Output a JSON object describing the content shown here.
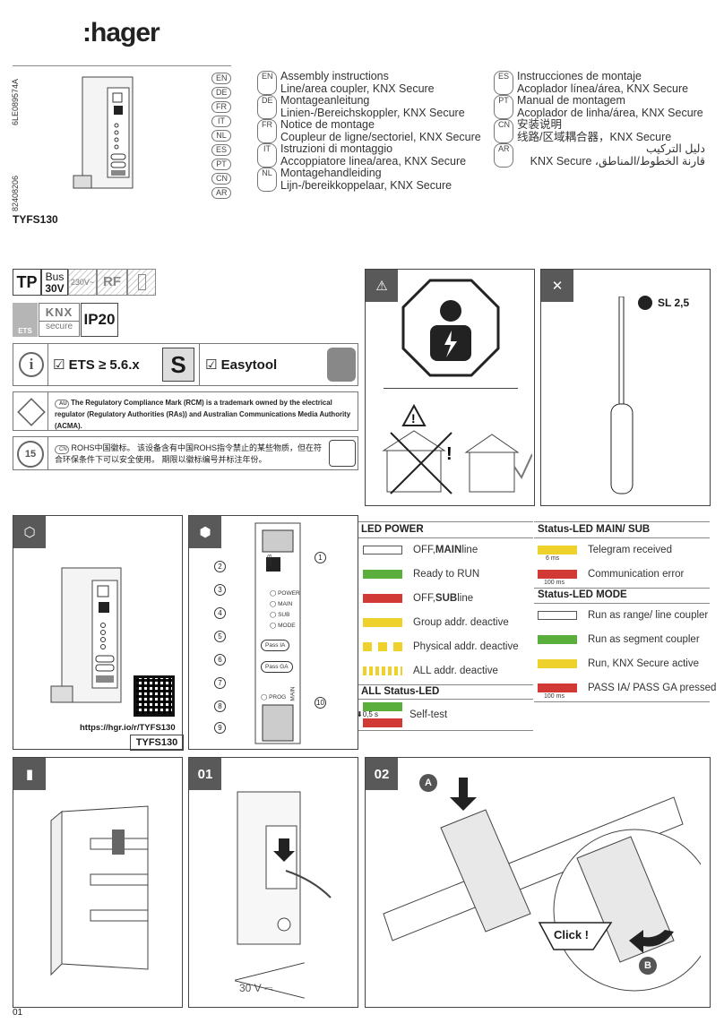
{
  "brand": ":hager",
  "doc_code": "6LE089574A",
  "article_number": "82408206",
  "product": "TYFS130",
  "lang_codes": [
    "EN",
    "DE",
    "FR",
    "IT",
    "NL",
    "ES",
    "PT",
    "CN",
    "AR"
  ],
  "titles_col1": [
    {
      "code": "EN",
      "title": "Assembly instructions",
      "sub": "Line/area coupler, KNX Secure"
    },
    {
      "code": "DE",
      "title": "Montageanleitung",
      "sub": "Linien-/Bereichskoppler, KNX Secure"
    },
    {
      "code": "FR",
      "title": "Notice de montage",
      "sub": "Coupleur de ligne/sectoriel, KNX Secure"
    },
    {
      "code": "IT",
      "title": "Istruzioni di montaggio",
      "sub": "Accoppiatore linea/area, KNX Secure"
    },
    {
      "code": "NL",
      "title": "Montagehandleiding",
      "sub": "Lijn-/bereikkoppelaar, KNX Secure"
    }
  ],
  "titles_col2": [
    {
      "code": "ES",
      "title": "Instrucciones de montaje",
      "sub": "Acoplador línea/área, KNX Secure"
    },
    {
      "code": "PT",
      "title": "Manual de montagem",
      "sub": "Acoplador de linha/área, KNX Secure"
    },
    {
      "code": "CN",
      "title": "安装说明",
      "sub": "线路/区域耦合器，KNX Secure"
    },
    {
      "code": "AR",
      "title": "دليل التركيب",
      "sub": "KNX Secure ،قارنة الخطوط/المناطق"
    }
  ],
  "tech": {
    "tp": "TP",
    "bus": "Bus",
    "bus_v": "30V",
    "v230": "230V~",
    "rf": "RF",
    "knx": "KNX",
    "secure": "secure",
    "ets_small": "ETS",
    "ip": "IP20",
    "ets": "ETS ≥ 5.6.x",
    "easytool": "Easytool",
    "au_code": "AU",
    "rcm_text": "The Regulatory Compliance Mark (RCM) is a trademark owned by the electrical regulator (Regulatory Authorities (RAs)) and Australian Communications Media Authority (ACMA).",
    "cn_code": "CN",
    "rohs_text": "ROHS中国徽标。 该设备含有中国ROHS指令禁止的某些物质，但在符合环保条件下可以安全使用。 期限以徽标编号并标注年份。",
    "rohs_years": "15"
  },
  "tool": {
    "blade": "SL 2,5"
  },
  "device_labels": {
    "power": "POWER",
    "main": "MAIN",
    "sub": "SUB",
    "mode": "MODE",
    "pass_ia": "Pass IA",
    "pass_ga": "Pass GA",
    "prog": "PROG",
    "sub_port": "SUB",
    "main_port": "MAIN"
  },
  "numbers": [
    "1",
    "2",
    "3",
    "4",
    "5",
    "6",
    "7",
    "8",
    "9",
    "10"
  ],
  "qr_url": "https://hgr.io/r/TYFS130",
  "led": {
    "power_title": "LED POWER",
    "power_rows": [
      {
        "color": "#ffffff",
        "text_a": "OFF, ",
        "text_b": "MAIN",
        "text_c": " line"
      },
      {
        "color": "#5aae3c",
        "text_a": "Ready to RUN",
        "text_b": "",
        "text_c": ""
      },
      {
        "color": "#d13a34",
        "text_a": "OFF, ",
        "text_b": "SUB",
        "text_c": " line"
      },
      {
        "color": "#efd12b",
        "text_a": "Group addr. deactive",
        "text_b": "",
        "text_c": ""
      },
      {
        "color": "#efd12b",
        "text_a": "Physical addr. deactive",
        "text_b": "",
        "text_c": ""
      },
      {
        "color": "#efd12b",
        "text_a": "ALL addr. deactive",
        "text_b": "",
        "text_c": ""
      }
    ],
    "all_title": "ALL Status-LED",
    "selftest": "Self-test",
    "selftest_time": "0,5 s",
    "mainsub_title": "Status-LED MAIN/ SUB",
    "mainsub_rows": [
      {
        "color": "#efd12b",
        "time": "6 ms",
        "text": "Telegram received"
      },
      {
        "color": "#d13a34",
        "time": "100 ms",
        "text": "Communication error"
      }
    ],
    "mode_title": "Status-LED MODE",
    "mode_rows": [
      {
        "color": "#ffffff",
        "time": "",
        "text": "Run as range/ line coupler"
      },
      {
        "color": "#5aae3c",
        "time": "",
        "text": "Run as segment coupler"
      },
      {
        "color": "#efd12b",
        "time": "",
        "text": "Run, KNX Secure active"
      },
      {
        "color": "#d13a34",
        "time": "100 ms",
        "text": "PASS IA/ PASS GA pressed"
      }
    ]
  },
  "steps": {
    "s1": "01",
    "s2": "02",
    "a": "A",
    "b": "B",
    "click": "Click !",
    "voltage": "30 V ⎓"
  },
  "page_num": "01",
  "colors": {
    "header_gray": "#595959",
    "green": "#5aae3c",
    "red": "#d13a34",
    "yellow": "#efd12b"
  }
}
